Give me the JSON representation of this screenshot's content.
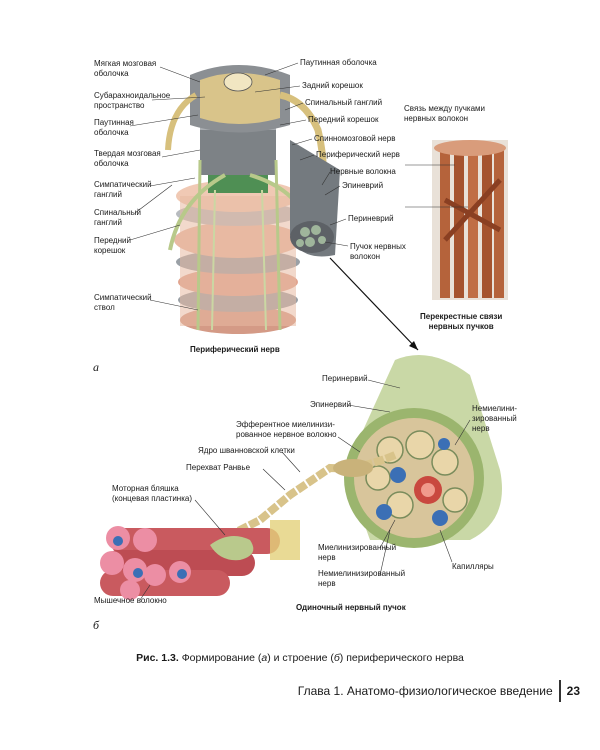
{
  "figure_a": {
    "panel_label": "а",
    "left_labels": {
      "soft_meninges": "Мягкая мозговая\nоболочка",
      "subarachnoid": "Субарахноидальное\nпространство",
      "arachnoid": "Паутинная\nоболочка",
      "dura": "Твердая мозговая\nоболочка",
      "sympathetic_ganglion": "Симпатический\nганглий",
      "spinal_ganglion": "Спинальный\nганглий",
      "anterior_root": "Передний\nкорешок",
      "sympathetic_trunk": "Симпатический\nствол"
    },
    "right_labels": {
      "arachnoid": "Паутинная оболочка",
      "posterior_root": "Задний корешок",
      "spinal_ganglion": "Спинальный ганглий",
      "anterior_root": "Передний корешок",
      "spinal_nerve": "Спинномозговой нерв",
      "peripheral_nerve": "Периферический нерв",
      "nerve_fibers": "Нервные волокна",
      "epineurium": "Эпиневрий",
      "perineurium": "Периневрий",
      "nerve_fiber_bundle": "Пучок нервных\nволокон"
    },
    "title": "Периферический нерв",
    "inset_top": "Связь между пучками\nнервных волокон",
    "inset_bottom": "Перекрестные связи\nнервных пучков"
  },
  "figure_b": {
    "panel_label": "б",
    "labels": {
      "perineurium": "Перинервий",
      "epineurium": "Эпинервий",
      "efferent": "Эфферентное миелинизи-\nрованное нервное волокно",
      "schwann_nucleus": "Ядро шванновской клетки",
      "ranvier": "Перехват Ранвье",
      "motor_plate": "Моторная бляшка\n(концевая пластинка)",
      "muscle_fiber": "Мышечное волокно",
      "unmyelinated_right": "Немиелини-\nзированный\nнерв",
      "myelinated": "Миелинизированный\nнерв",
      "unmyelinated": "Немиелинизированный\nнерв",
      "capillaries": "Капилляры"
    },
    "title": "Одиночный нервный пучок"
  },
  "caption": {
    "prefix": "Рис. 1.3.",
    "text_1": " Формирование (",
    "a": "а",
    "text_2": ") и строение (",
    "b": "б",
    "text_3": ") периферического нерва"
  },
  "footer": {
    "chapter": "Глава 1. Анатомо-физиологическое введение",
    "page_number": "23"
  },
  "colors": {
    "gray_dark": "#5d5f61",
    "gray_light": "#b9bcbf",
    "spine_pink": "#e8b9a3",
    "nerve_yellow": "#e7d69a",
    "nerve_green": "#b8c98a",
    "muscle_red": "#c95a5f",
    "muscle_pink": "#ec8ea4",
    "brown_fiber": "#b5633b",
    "epineurium_green": "#c9d8a6",
    "perineurium_tan": "#d6b88f"
  }
}
